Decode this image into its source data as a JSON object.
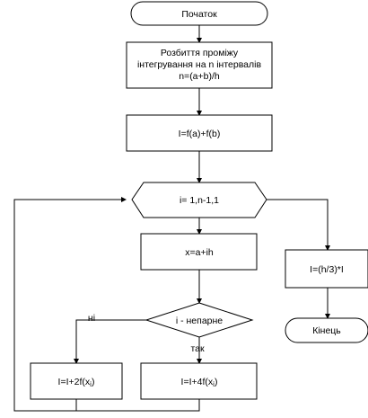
{
  "flowchart": {
    "start_label": "Початок",
    "split": {
      "line1": "Розбиття проміжу",
      "line2": "інтегрування на n інтервалів",
      "line3": "n=(a+b)/h"
    },
    "init_label": "I=f(a)+f(b)",
    "loop_label": "i= 1,n-1,1",
    "compute_x_label": "x=a+ih",
    "condition_label": "i - непарне",
    "branch_no_label": "ні",
    "branch_yes_label": "так",
    "add_even": {
      "base": "I=I+2f(x",
      "sub": "i",
      "close": ")"
    },
    "add_odd": {
      "base": "I=I+4f(x",
      "sub": "i",
      "close": ")"
    },
    "result_label": "I=(h/3)*I",
    "end_label": "Кінець"
  }
}
